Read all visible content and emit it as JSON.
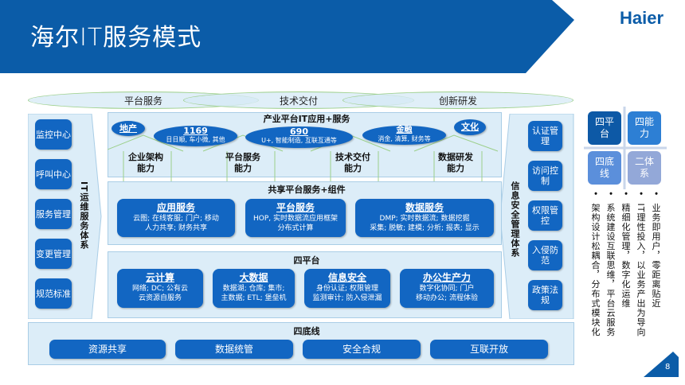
{
  "header": {
    "title": "海尔IT服务模式",
    "logo": "Haier",
    "page_number": "8"
  },
  "top_ovals": [
    "平台服务",
    "技术交付",
    "创新研发"
  ],
  "left_panel": {
    "label": "IT运维服务体系",
    "items": [
      "监控中心",
      "呼叫中心",
      "服务管理",
      "变更管理",
      "规范标准"
    ]
  },
  "right_panel": {
    "label": "信息安全管理体系",
    "items": [
      "认证管理",
      "访问控制",
      "权限管控",
      "入侵防范",
      "政策法规"
    ]
  },
  "industry": {
    "title": "产业平台IT应用+服务",
    "ellipses": [
      {
        "title": "地产"
      },
      {
        "title": "1169",
        "sub": "日日顺, 车小微, 其他"
      },
      {
        "title": "690",
        "sub": "U+, 智能制造, 互联互通等"
      },
      {
        "title": "金融",
        "sub": "消金, 清算, 财务等"
      },
      {
        "title": "文化"
      }
    ],
    "capabilities": [
      "企业架构能力",
      "平台服务能力",
      "技术交付能力",
      "数据研发能力"
    ]
  },
  "shared": {
    "title": "共享平台服务+组件",
    "items": [
      {
        "title": "应用服务",
        "lines": [
          "云图; 在线客服; 门户; 移动",
          "人力共享; 财务共享"
        ]
      },
      {
        "title": "平台服务",
        "lines": [
          "HOP, 实时数据流应用框架",
          "分布式计算"
        ]
      },
      {
        "title": "数据服务",
        "lines": [
          "DMP; 实时数据流; 数据挖掘",
          "采集; 脱敏; 建模; 分析; 报表; 显示"
        ]
      }
    ]
  },
  "platforms": {
    "title": "四平台",
    "items": [
      {
        "title": "云计算",
        "lines": [
          "网络; DC; 公有云",
          "云资源自服务"
        ]
      },
      {
        "title": "大数据",
        "lines": [
          "数据湖; 仓库; 集市;",
          "主数据; ETL; 堡垒机"
        ]
      },
      {
        "title": "信息安全",
        "lines": [
          "身份认证; 权限管理",
          "监测审计; 防入侵泄漏"
        ]
      },
      {
        "title": "办公生产力",
        "lines": [
          "数字化协同; 门户",
          "移动办公; 流程体验"
        ]
      }
    ]
  },
  "baselines": {
    "title": "四底线",
    "items": [
      "资源共享",
      "数据统管",
      "安全合规",
      "互联开放"
    ]
  },
  "quadrant": [
    "四平台",
    "四能力",
    "四底线",
    "二体系"
  ],
  "principles": [
    "业务即用户，零距离贴近",
    "IT理性投入，以业务产出为导向",
    "精细化管理，数字化运维",
    "系统建设互联思维，平台云服务",
    "架构设计松耦合，分布式模块化"
  ],
  "colors": {
    "brand": "#0b5ca8",
    "button": "#1266c2",
    "panel": "#dcedf8",
    "line": "#9ccf8a"
  }
}
